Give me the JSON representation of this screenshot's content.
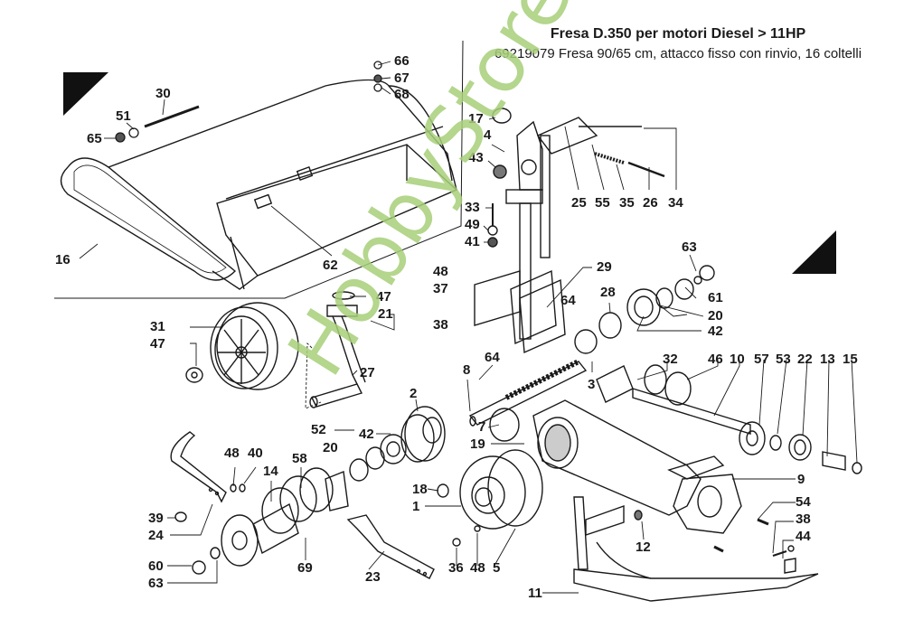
{
  "header": {
    "title": "Fresa D.350 per motori Diesel > 11HP",
    "subtitle": "69219079  Fresa 90/65 cm, attacco fisso con rinvio, 16 coltelli"
  },
  "watermark": "HobbyStore.it",
  "colors": {
    "ink": "#1a1a1a",
    "watermark": "#a8cf7a",
    "background": "#ffffff"
  },
  "callouts": [
    {
      "id": "66"
    },
    {
      "id": "67"
    },
    {
      "id": "68"
    },
    {
      "id": "30"
    },
    {
      "id": "51"
    },
    {
      "id": "65"
    },
    {
      "id": "16"
    },
    {
      "id": "62"
    },
    {
      "id": "17"
    },
    {
      "id": "4"
    },
    {
      "id": "43"
    },
    {
      "id": "25"
    },
    {
      "id": "55"
    },
    {
      "id": "35"
    },
    {
      "id": "26"
    },
    {
      "id": "34"
    },
    {
      "id": "33"
    },
    {
      "id": "49"
    },
    {
      "id": "41"
    },
    {
      "id": "63"
    },
    {
      "id": "48"
    },
    {
      "id": "37"
    },
    {
      "id": "29"
    },
    {
      "id": "61"
    },
    {
      "id": "28"
    },
    {
      "id": "20"
    },
    {
      "id": "47"
    },
    {
      "id": "64"
    },
    {
      "id": "21"
    },
    {
      "id": "38"
    },
    {
      "id": "42"
    },
    {
      "id": "31"
    },
    {
      "id": "47"
    },
    {
      "id": "64"
    },
    {
      "id": "32"
    },
    {
      "id": "46"
    },
    {
      "id": "10"
    },
    {
      "id": "57"
    },
    {
      "id": "53"
    },
    {
      "id": "22"
    },
    {
      "id": "13"
    },
    {
      "id": "15"
    },
    {
      "id": "27"
    },
    {
      "id": "8"
    },
    {
      "id": "3"
    },
    {
      "id": "2"
    },
    {
      "id": "7"
    },
    {
      "id": "52"
    },
    {
      "id": "42"
    },
    {
      "id": "19"
    },
    {
      "id": "20"
    },
    {
      "id": "48"
    },
    {
      "id": "40"
    },
    {
      "id": "14"
    },
    {
      "id": "58"
    },
    {
      "id": "9"
    },
    {
      "id": "18"
    },
    {
      "id": "1"
    },
    {
      "id": "54"
    },
    {
      "id": "39"
    },
    {
      "id": "24"
    },
    {
      "id": "38"
    },
    {
      "id": "12"
    },
    {
      "id": "44"
    },
    {
      "id": "60"
    },
    {
      "id": "69"
    },
    {
      "id": "23"
    },
    {
      "id": "36"
    },
    {
      "id": "48"
    },
    {
      "id": "5"
    },
    {
      "id": "63"
    },
    {
      "id": "11"
    }
  ]
}
